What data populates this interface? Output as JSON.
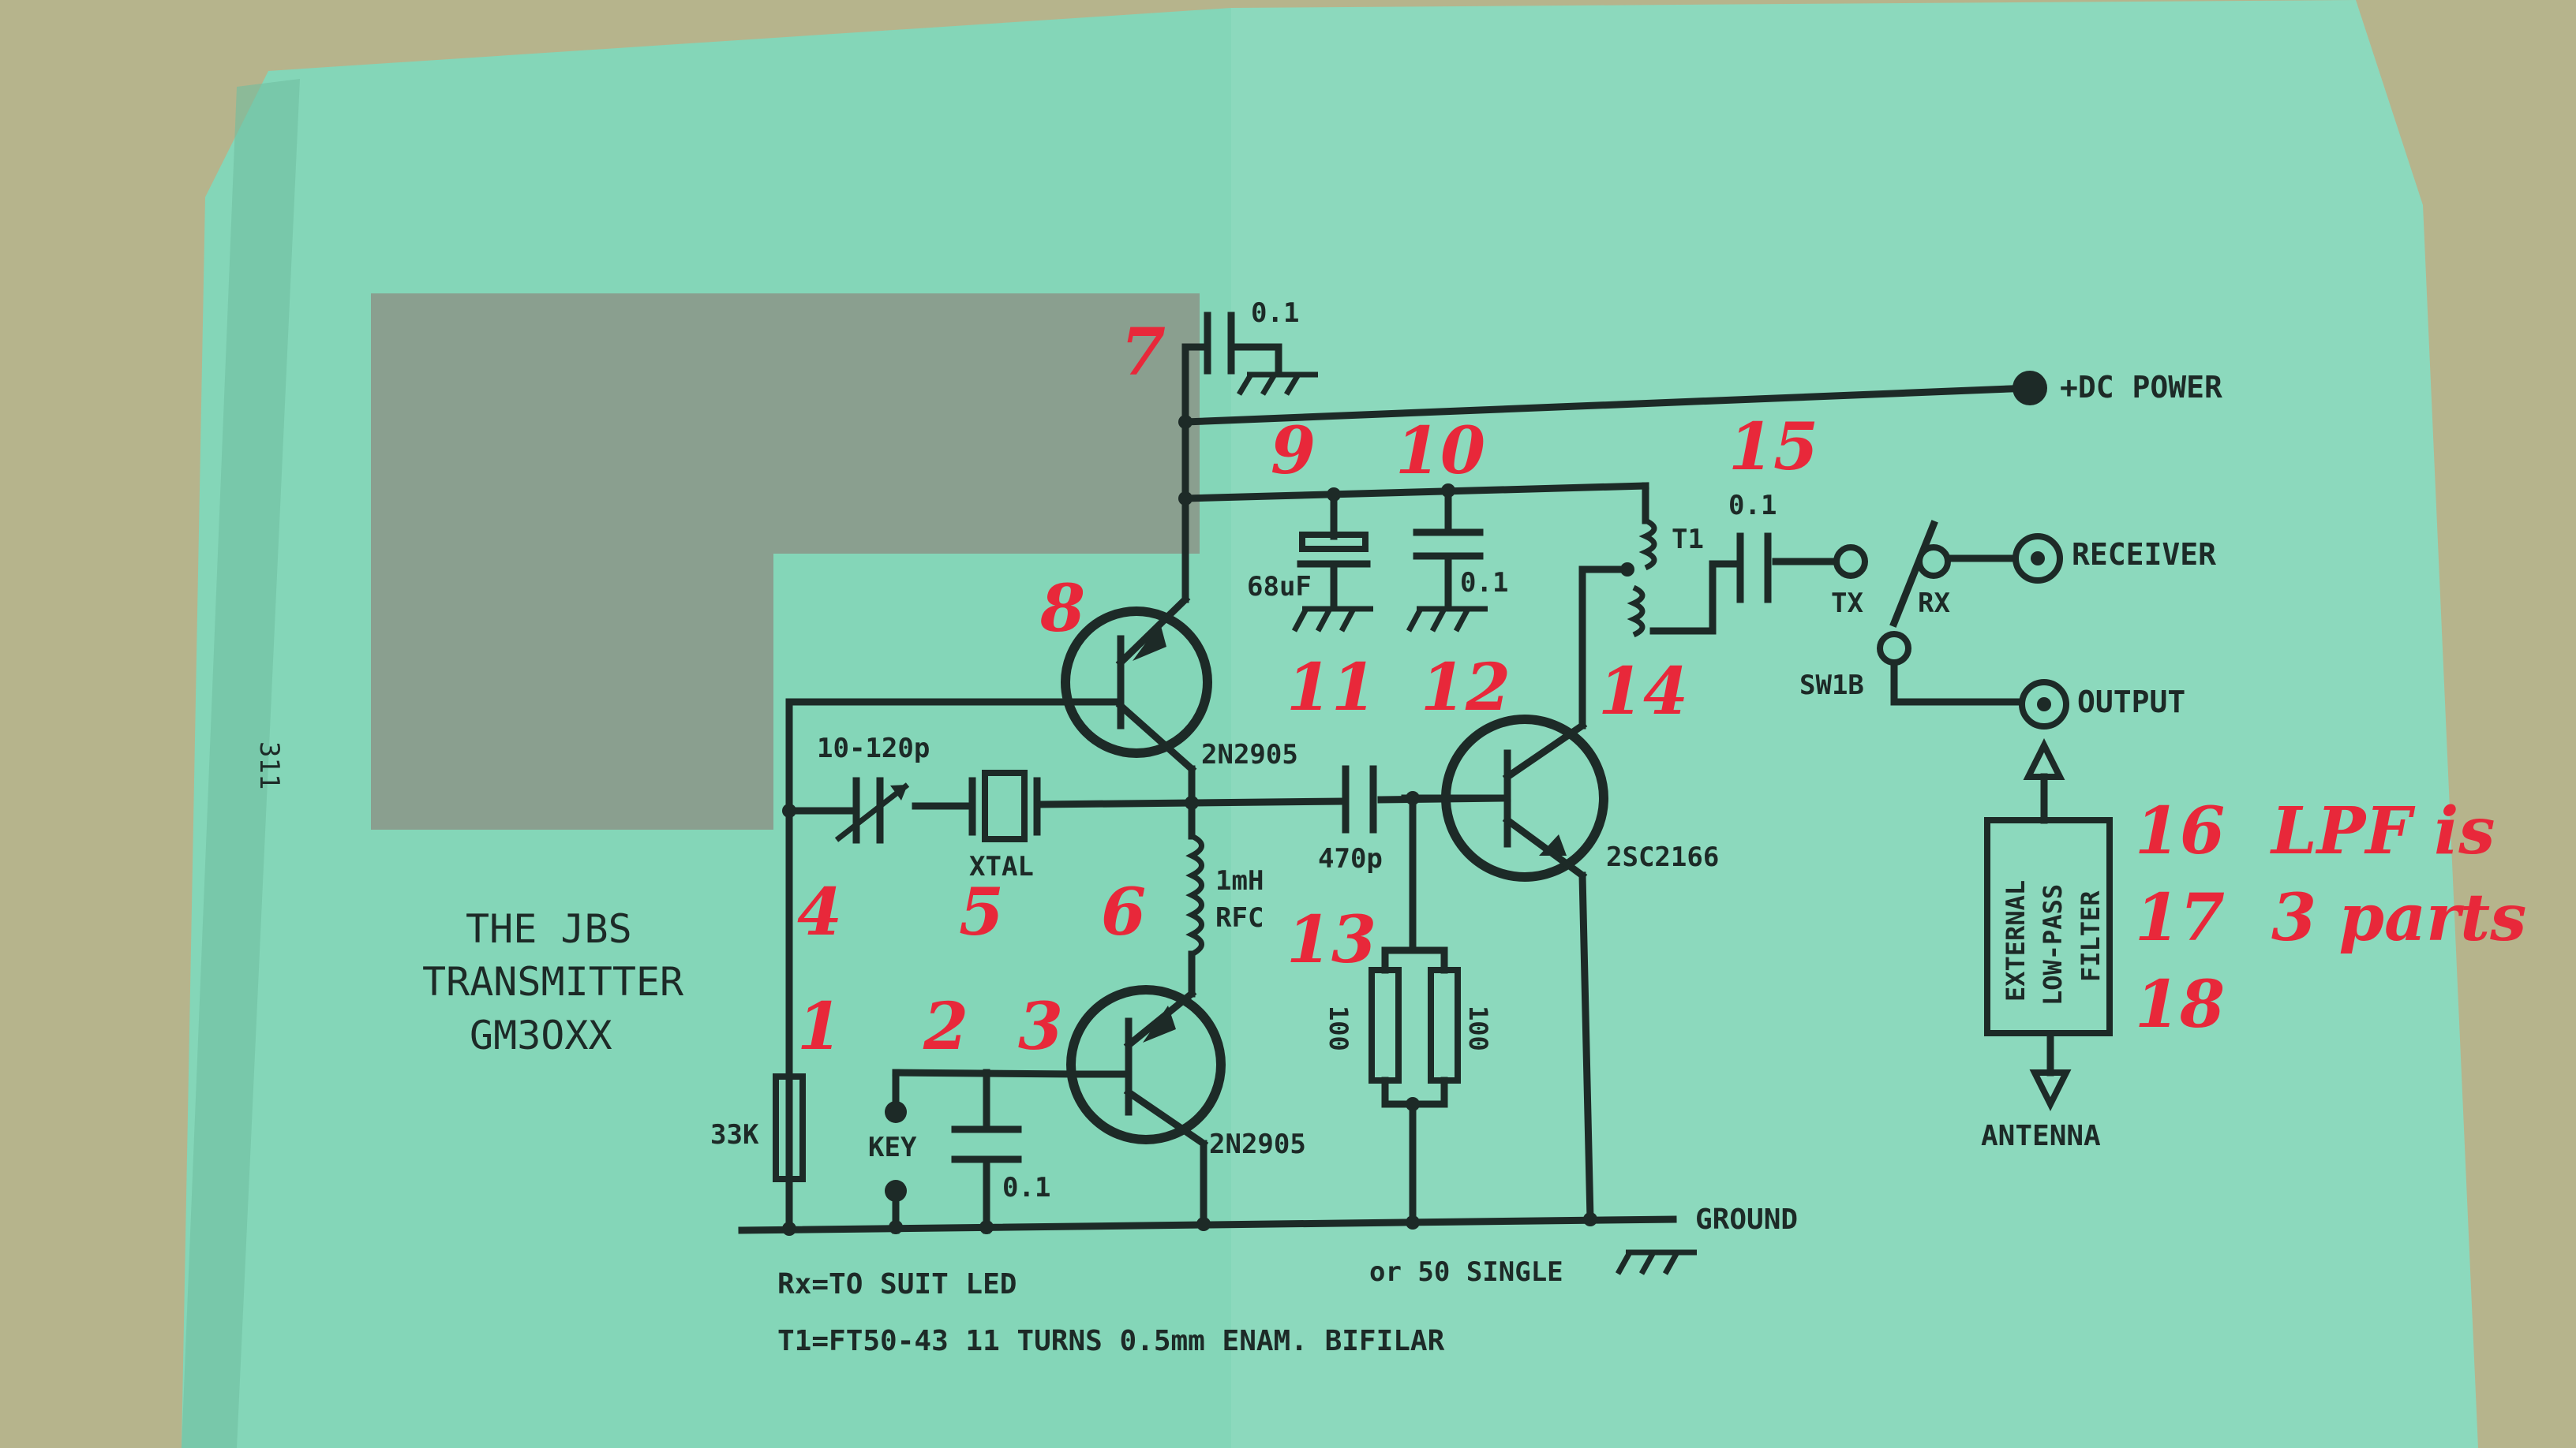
{
  "page_number": "311",
  "title": [
    "THE JBS",
    "TRANSMITTER",
    "GM3OXX"
  ],
  "labels": {
    "dc_power": "+DC POWER",
    "receiver": "RECEIVER",
    "output": "OUTPUT",
    "antenna": "ANTENNA",
    "ground": "GROUND",
    "tx": "TX",
    "rx": "RX",
    "switch": "SW1B",
    "t1": "T1",
    "key": "KEY",
    "single": "or 50 SINGLE",
    "lpf": [
      "EXTERNAL",
      "LOW-PASS",
      "FILTER"
    ]
  },
  "components": {
    "c_top": "0.1",
    "c_68u": "68uF",
    "c_01b": "0.1",
    "c_15": "0.1",
    "trimmer": "10-120p",
    "xtal": "XTAL",
    "rfc": [
      "1mH",
      "RFC"
    ],
    "c_470": "470p",
    "q_top": "2N2905",
    "q_bottom": "2N2905",
    "q_right": "2SC2166",
    "r_33k": "33K",
    "r_100a": "100",
    "r_100b": "100",
    "c_key": "0.1"
  },
  "notes": [
    "Rx=TO SUIT LED",
    "T1=FT50-43 11 TURNS 0.5mm ENAM. BIFILAR"
  ],
  "annotations": {
    "n1": "1",
    "n2": "2",
    "n3": "3",
    "n4": "4",
    "n5": "5",
    "n6": "6",
    "n7": "7",
    "n8": "8",
    "n9": "9",
    "n10": "10",
    "n11": "11",
    "n12": "12",
    "n13": "13",
    "n14": "14",
    "n15": "15",
    "n16": "16",
    "n17": "17",
    "n18": "18",
    "lpf_note": [
      "LPF is",
      "3 parts"
    ]
  },
  "colors": {
    "paper": "#86d8bb",
    "ink": "#1d2a27",
    "annotation": "#e8283a",
    "redaction": "#8a9f8f"
  }
}
